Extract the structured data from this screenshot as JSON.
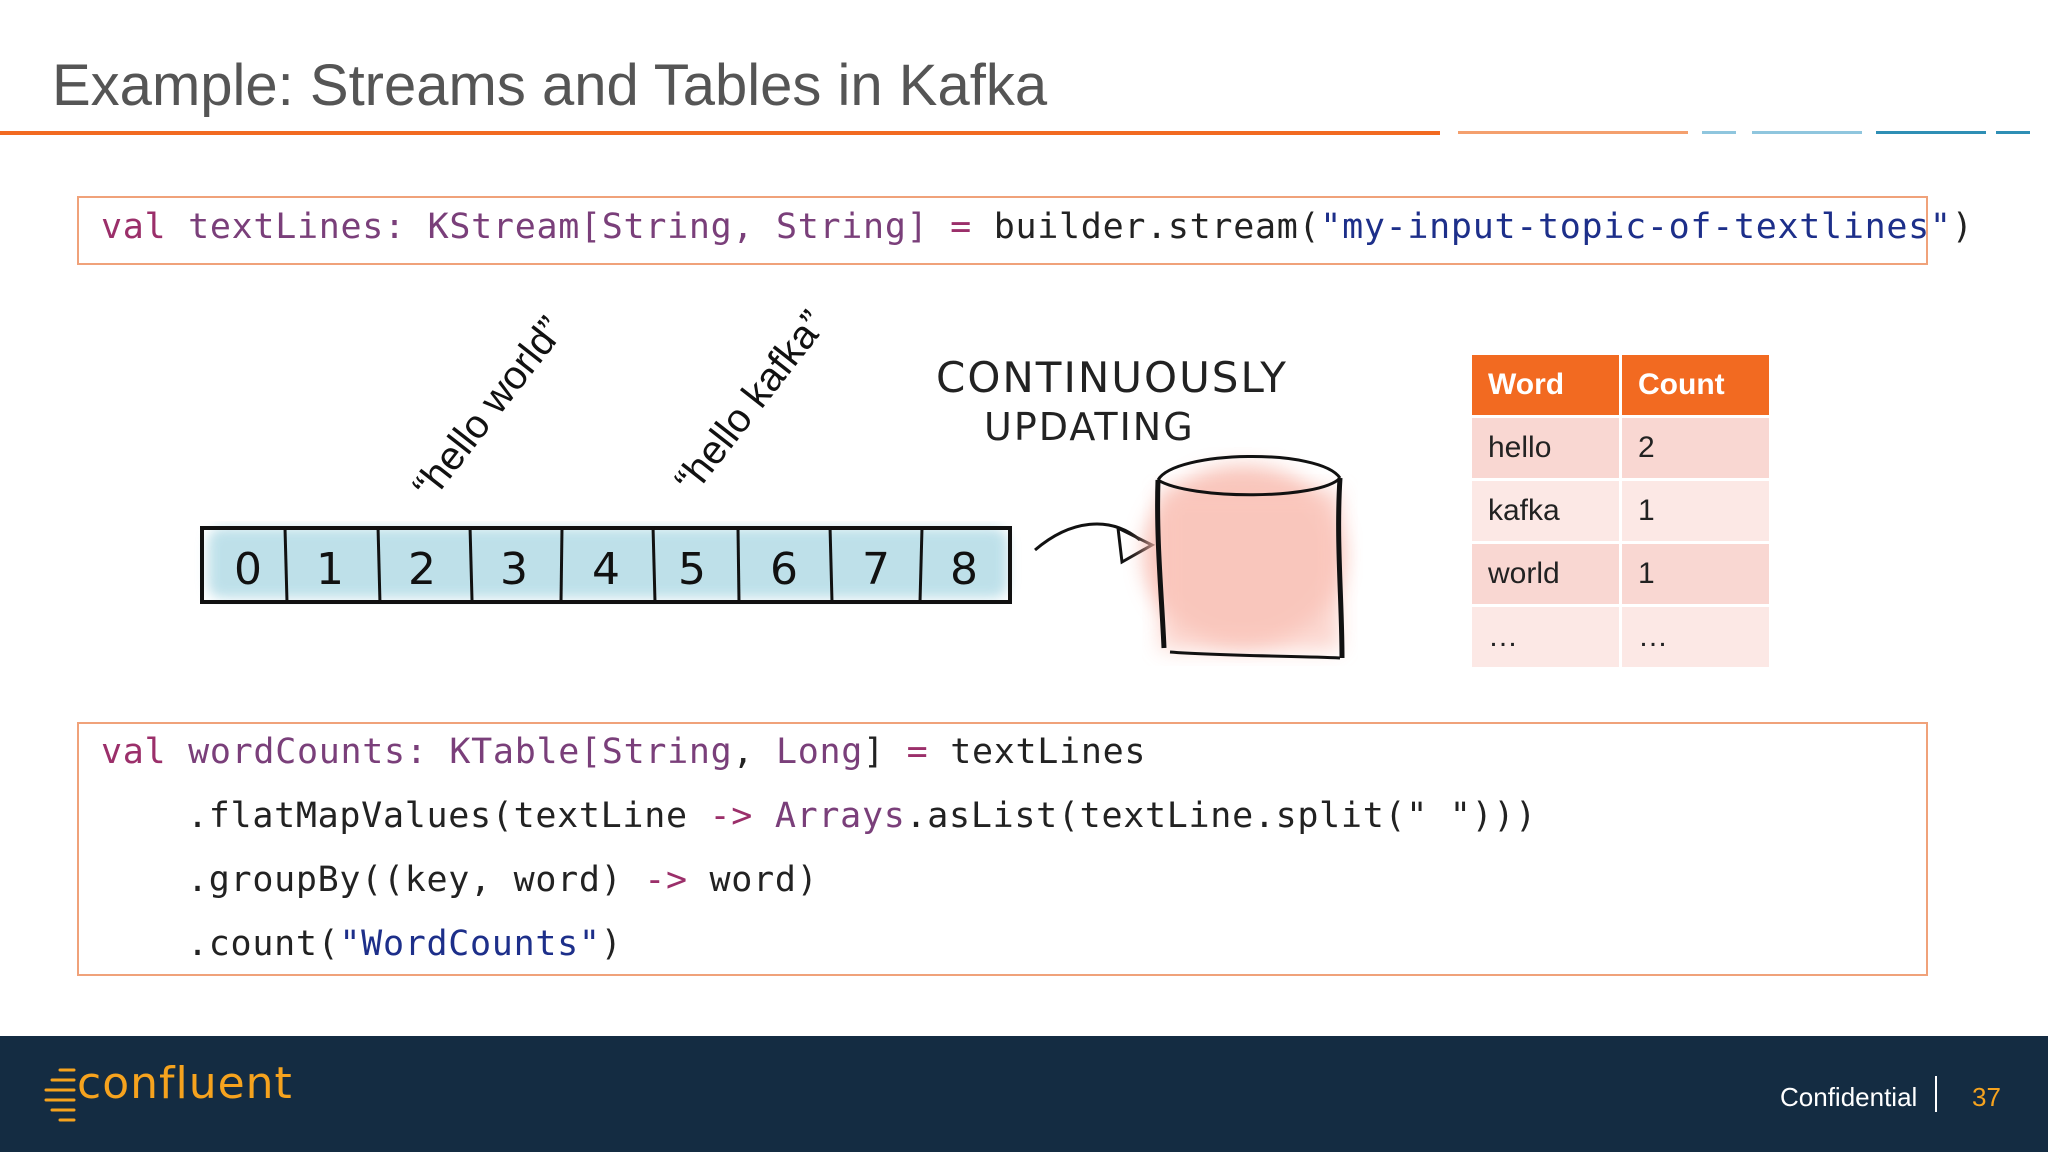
{
  "slide": {
    "title": "Example: Streams and Tables in Kafka"
  },
  "code_top": {
    "tokens": {
      "val": "val",
      "name": "textLines:",
      "type": "KStream[String, String]",
      "eq": "=",
      "call": "builder.stream(",
      "arg": "\"my-input-topic-of-textlines\"",
      "close": ")"
    }
  },
  "diagram": {
    "label_1": "“hello world”",
    "label_2": "“hello kafka”",
    "cells": [
      "0",
      "1",
      "2",
      "3",
      "4",
      "5",
      "6",
      "7",
      "8"
    ],
    "note_line1": "CONTINUOUSLY",
    "note_line2": "UPDATING"
  },
  "table": {
    "headers": [
      "Word",
      "Count"
    ],
    "rows": [
      [
        "hello",
        "2"
      ],
      [
        "kafka",
        "1"
      ],
      [
        "world",
        "1"
      ],
      [
        "…",
        "…"
      ]
    ]
  },
  "code_bottom": {
    "l1_val": "val",
    "l1_name": "wordCounts:",
    "l1_type_a": "KTable[",
    "l1_type_b": "String",
    "l1_type_c": ", ",
    "l1_type_d": "Long",
    "l1_type_e": "]",
    "l1_eq": "=",
    "l1_rest": "textLines",
    "l2_a": ".flatMapValues(textLine ",
    "l2_arrow": "->",
    "l2_b": " ",
    "l2_arrays": "Arrays",
    "l2_c": ".asList(textLine.split(\" \")))",
    "l3_a": ".groupBy((key, word) ",
    "l3_arrow": "->",
    "l3_b": " word)",
    "l4_a": ".count(",
    "l4_str": "\"WordCounts\"",
    "l4_b": ")"
  },
  "footer": {
    "logo": "confluent",
    "confidential": "Confidential",
    "page_number": "37"
  },
  "colors": {
    "accent_orange": "#f26a21",
    "accent_blue": "#2f8fb5",
    "footer_bg": "#142c42",
    "logo_orange": "#f6a31e"
  }
}
